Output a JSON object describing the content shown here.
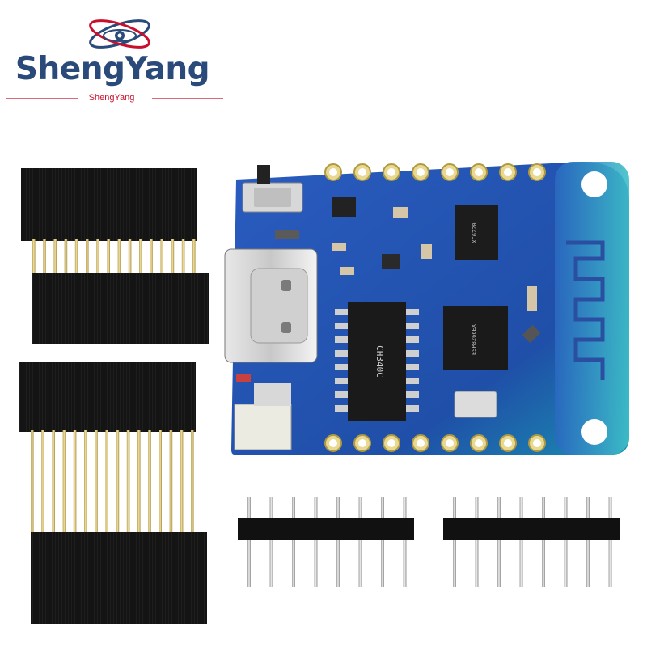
{
  "brand": {
    "name": "ShengYang",
    "tagline": "ShengYang",
    "primary_color": "#2a4a7a",
    "accent_color": "#c8102e"
  },
  "board": {
    "pcb_color": "#1f4fa8",
    "usb_type": "USB-C",
    "chips": [
      {
        "label": "CH340C"
      },
      {
        "label": "ESP8266EX"
      },
      {
        "label": "XC6220"
      }
    ]
  },
  "headers": {
    "female_socket_count": 2,
    "male_pin_strip_count": 2,
    "pins_per_strip": 8
  }
}
